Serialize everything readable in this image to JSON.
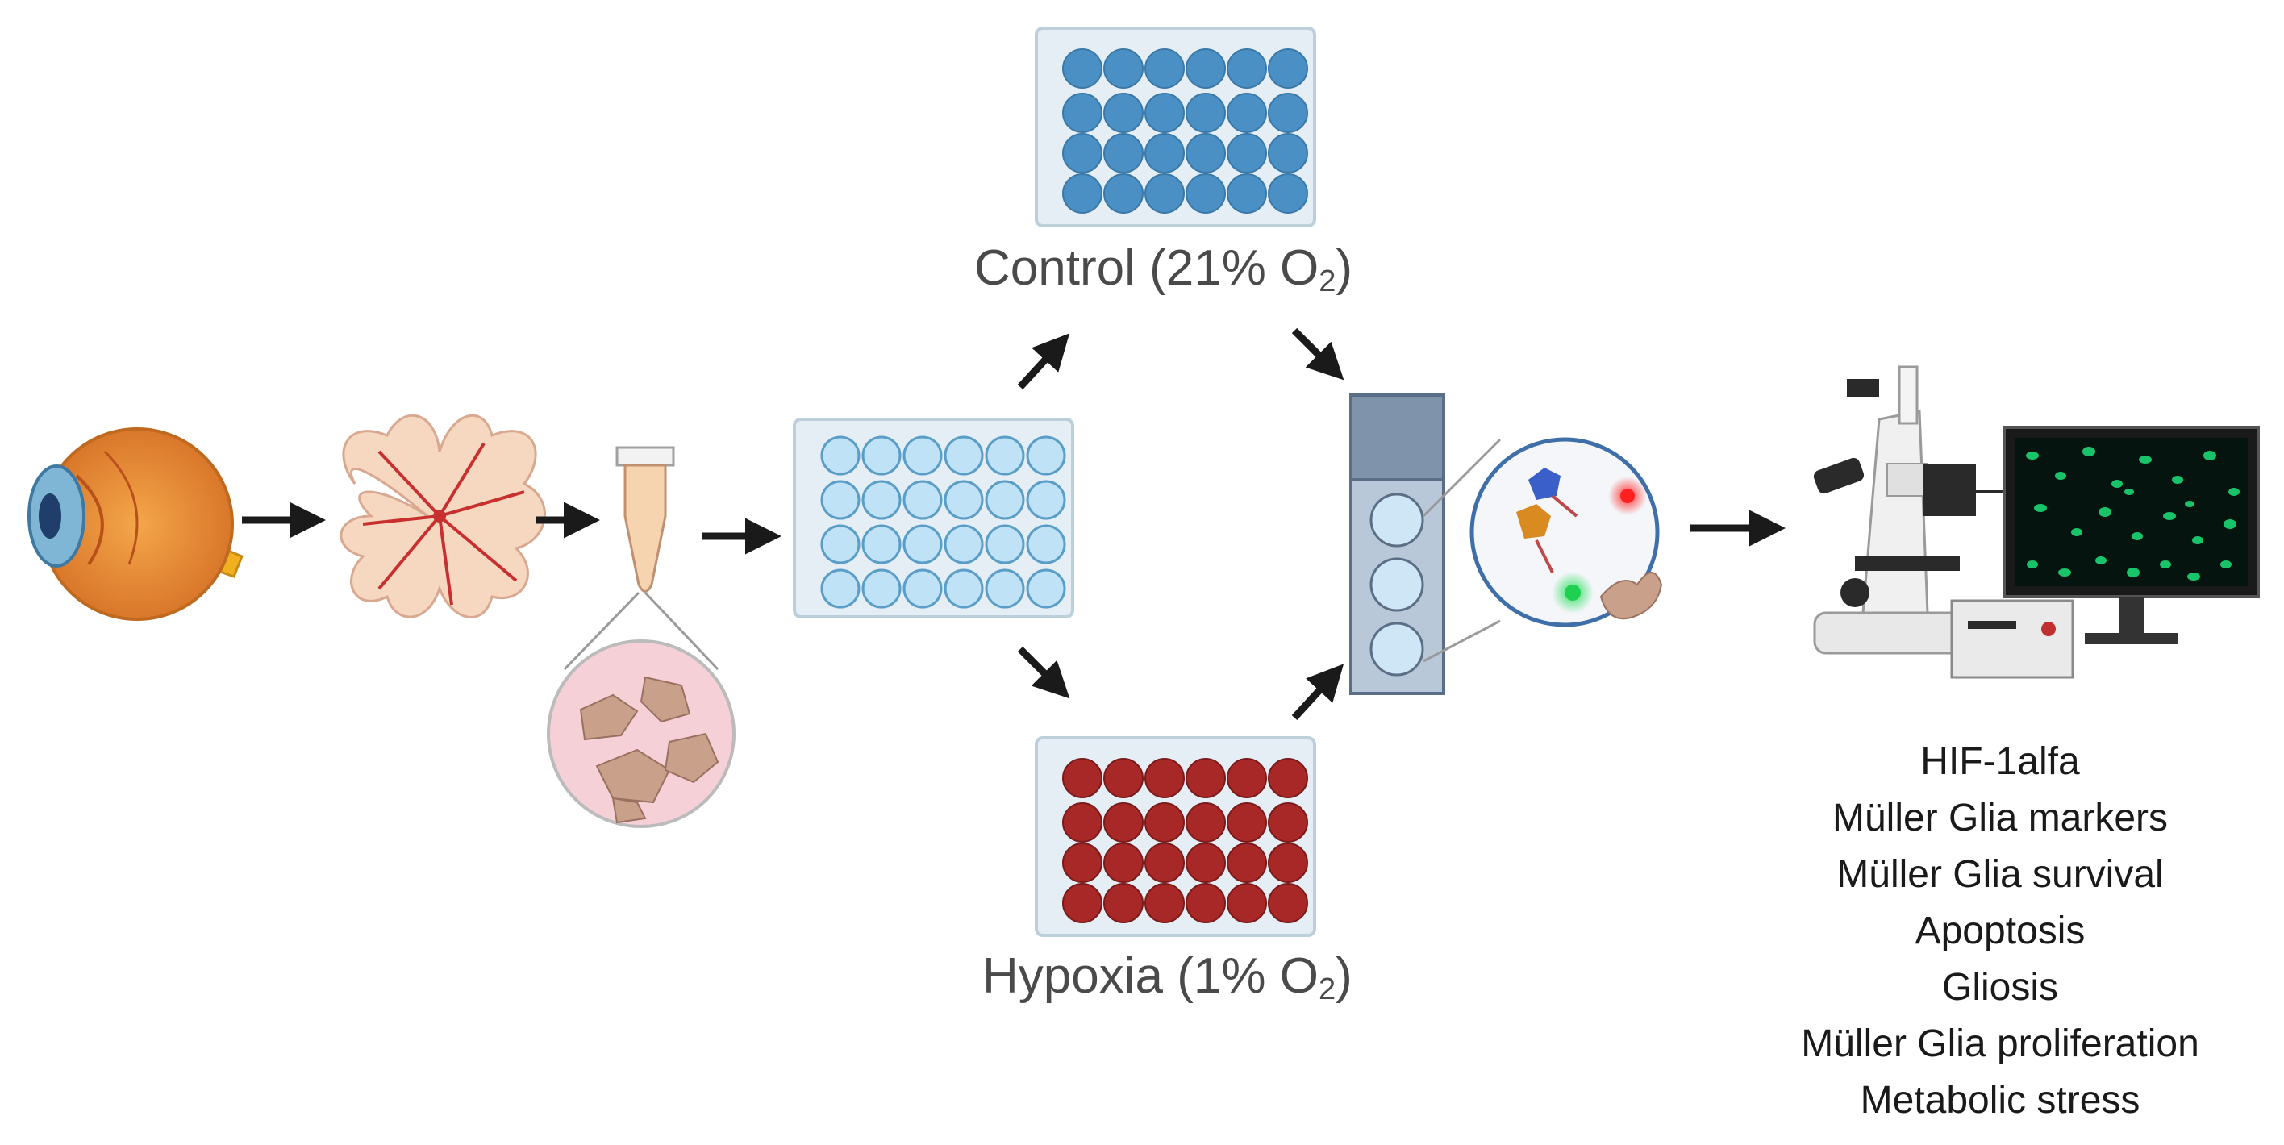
{
  "conditions": {
    "control": {
      "text": "Control (21% O",
      "sub": "2",
      "close": ")",
      "well_color": "#4a90c4"
    },
    "hypoxia": {
      "text": "Hypoxia (1% O",
      "sub": "2",
      "close": ")",
      "well_color": "#a82828"
    }
  },
  "readouts": [
    "HIF-1alfa",
    "Müller Glia markers",
    "Müller Glia survival",
    "Apoptosis",
    "Gliosis",
    "Müller Glia proliferation",
    "Metabolic stress"
  ],
  "colors": {
    "arrow": "#1a1a1a",
    "plate_bg": "#e4eef4",
    "seed_well": "#bfe2f6",
    "fluorescence": "#19c36a"
  }
}
